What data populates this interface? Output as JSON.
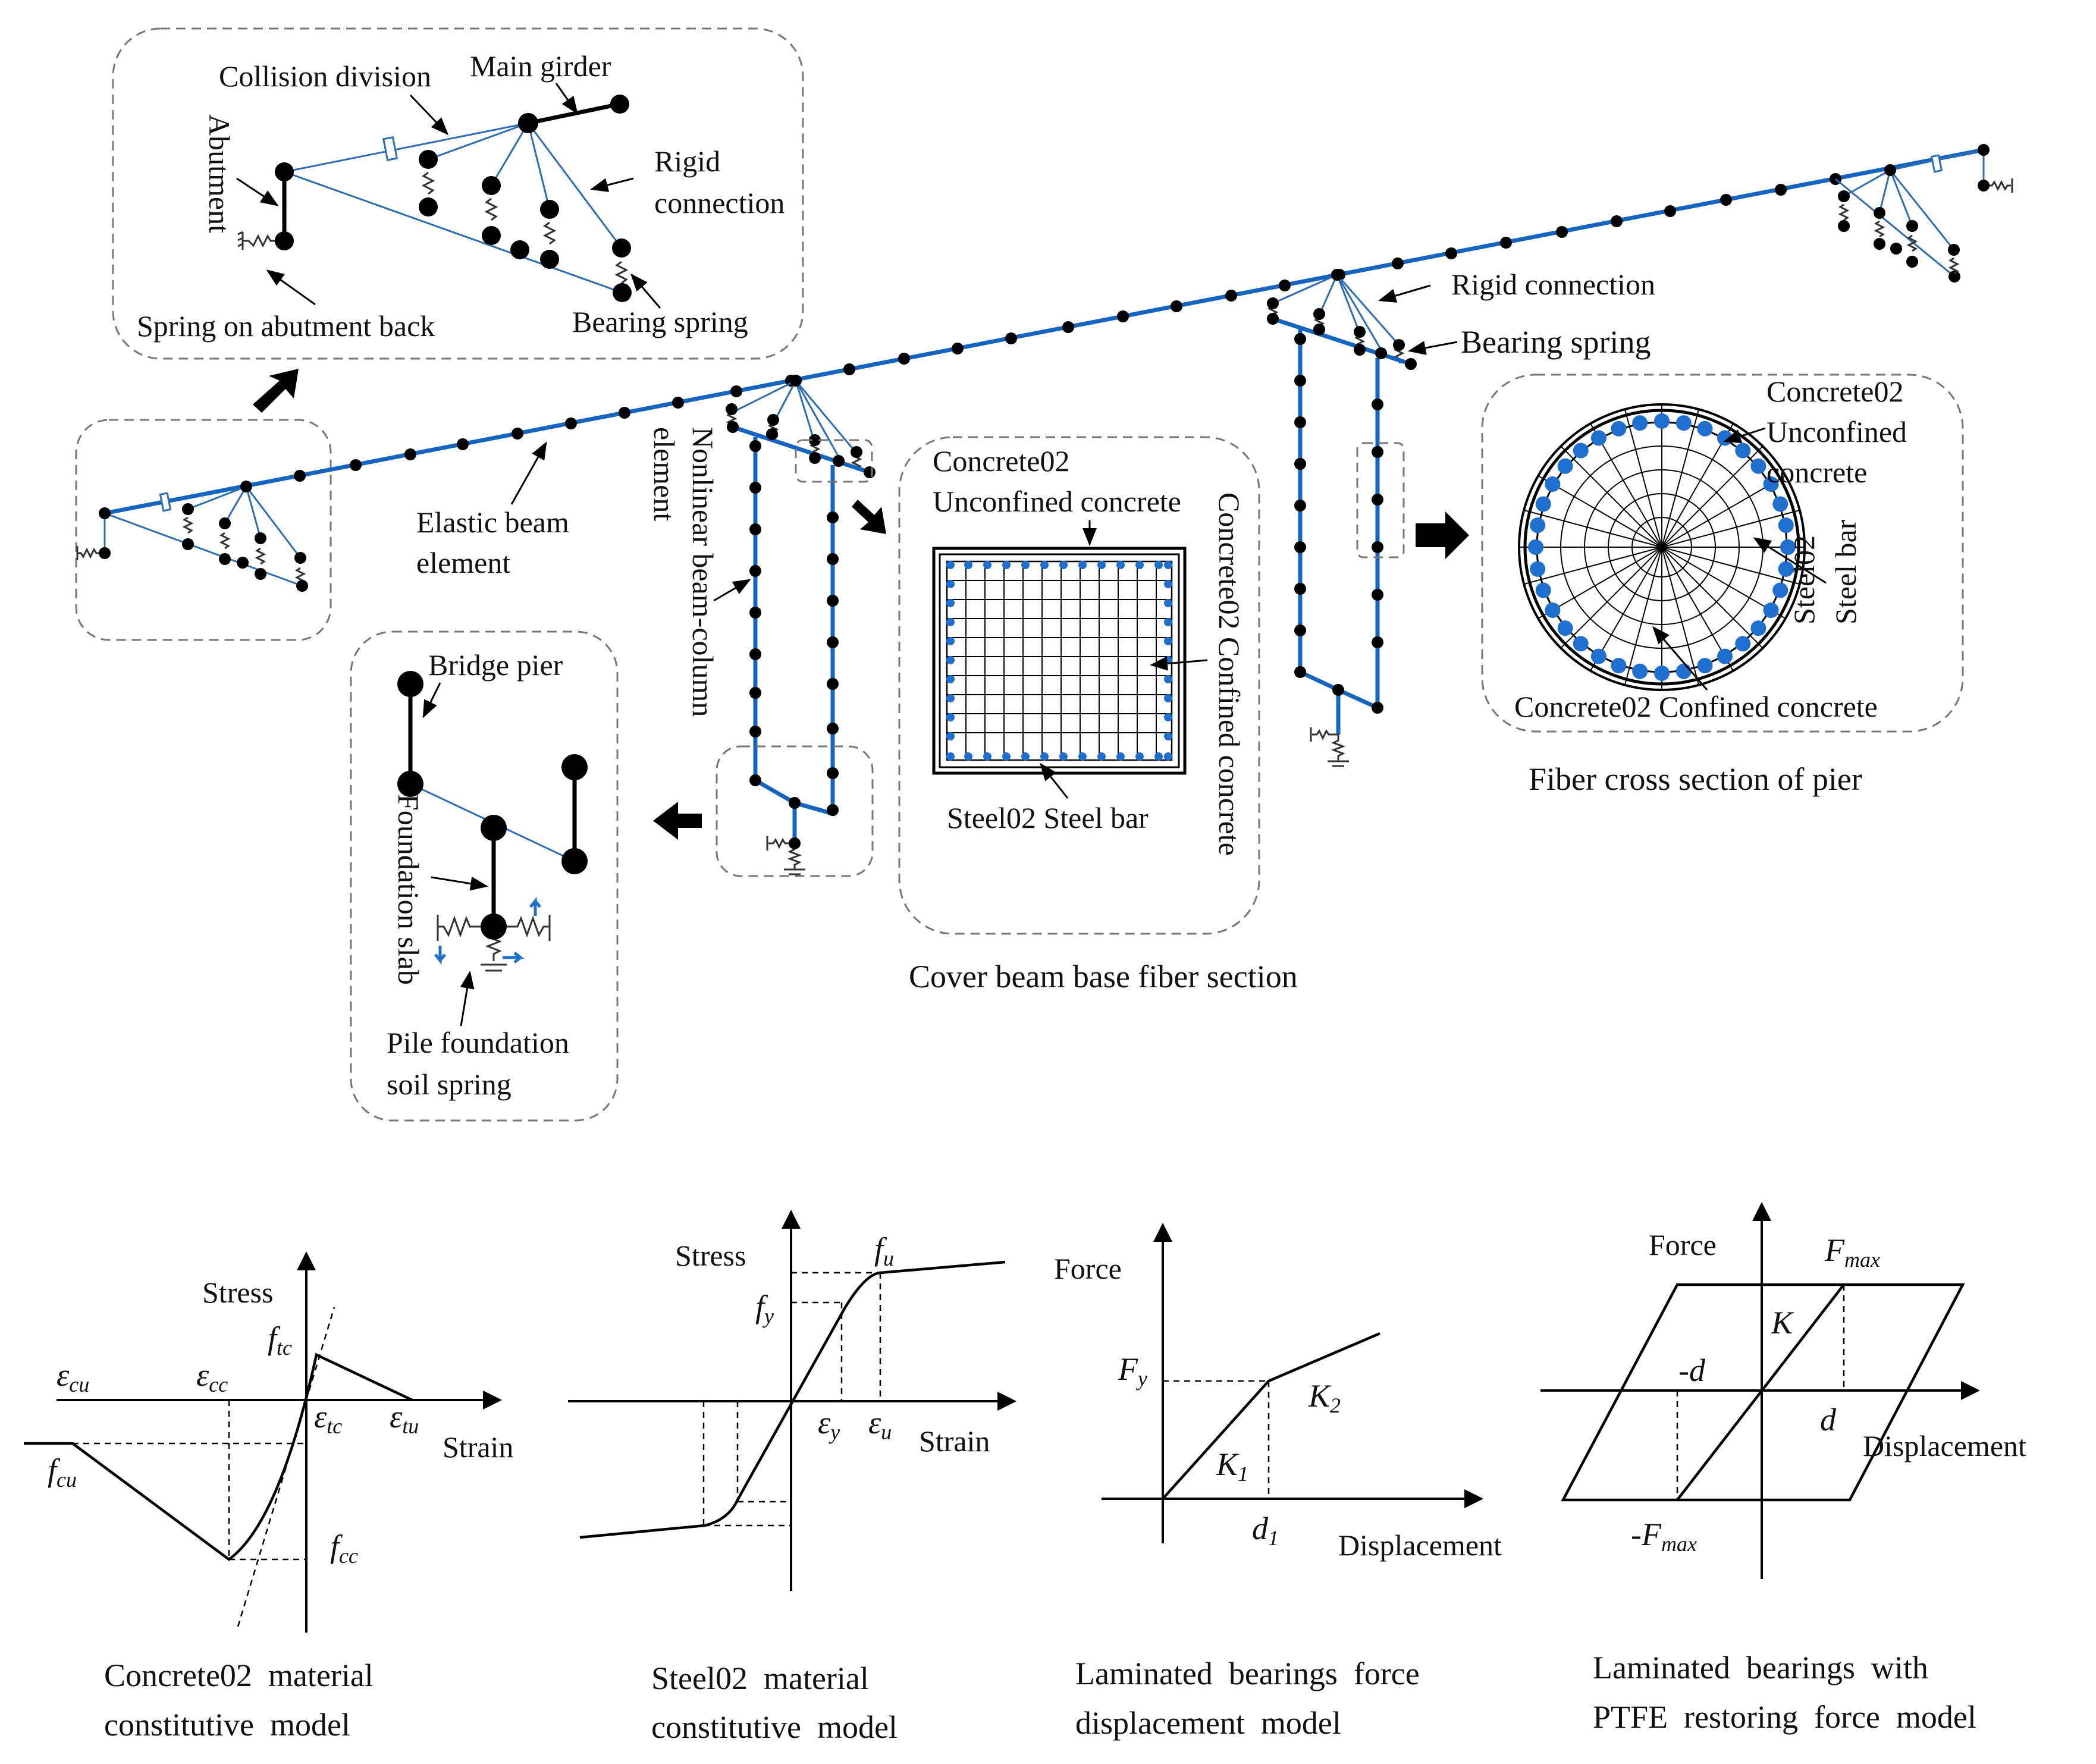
{
  "labels": {
    "collision_division": "Collision division",
    "main_girder": "Main girder",
    "abutment": "Abutment",
    "rigid_connection_inset_1": "Rigid",
    "rigid_connection_inset_2": "connection",
    "spring_abutment_back": "Spring on abutment back",
    "bearing_spring_inset": "Bearing spring",
    "rigid_connection": "Rigid connection",
    "bearing_spring": "Bearing spring",
    "elastic_beam_1": "Elastic beam",
    "elastic_beam_2": "element",
    "nonlinear_1": "Nonlinear beam-column",
    "nonlinear_2": "element",
    "bridge_pier": "Bridge pier",
    "foundation_slab": "Foundation slab",
    "pile_1": "Pile foundation",
    "pile_2": "soil spring",
    "rect_concrete02": "Concrete02",
    "rect_unconfined": "Unconfined concrete",
    "rect_confined": "Concrete02 Confined concrete",
    "rect_steel": "Steel02 Steel bar",
    "cover_beam_caption": "Cover beam base fiber section",
    "circ_concrete02": "Concrete02",
    "circ_unconfined_1": "Unconfined",
    "circ_unconfined_2": "concrete",
    "circ_steel_1": "Steel02",
    "circ_steel_2": "Steel bar",
    "circ_confined": "Concrete02 Confined concrete",
    "fiber_pier_caption": "Fiber cross section of pier"
  },
  "graphs": {
    "concrete": {
      "stress": "Stress",
      "strain": "Strain",
      "caption_1": "Concrete02  material",
      "caption_2": "constitutive  model"
    },
    "steel": {
      "stress": "Stress",
      "strain": "Strain",
      "caption_1": "Steel02  material",
      "caption_2": "constitutive  model"
    },
    "laminated": {
      "force": "Force",
      "displacement": "Displacement",
      "caption_1": "Laminated  bearings  force",
      "caption_2": "displacement  model"
    },
    "ptfe": {
      "force": "Force",
      "displacement": "Displacement",
      "minus_d": "-d",
      "caption_1": "Laminated  bearings  with",
      "caption_2": "PTFE  restoring  force  model"
    }
  },
  "colors": {
    "element": "#1565c0",
    "fiber": "#1e6fd0",
    "node": "#000000"
  }
}
